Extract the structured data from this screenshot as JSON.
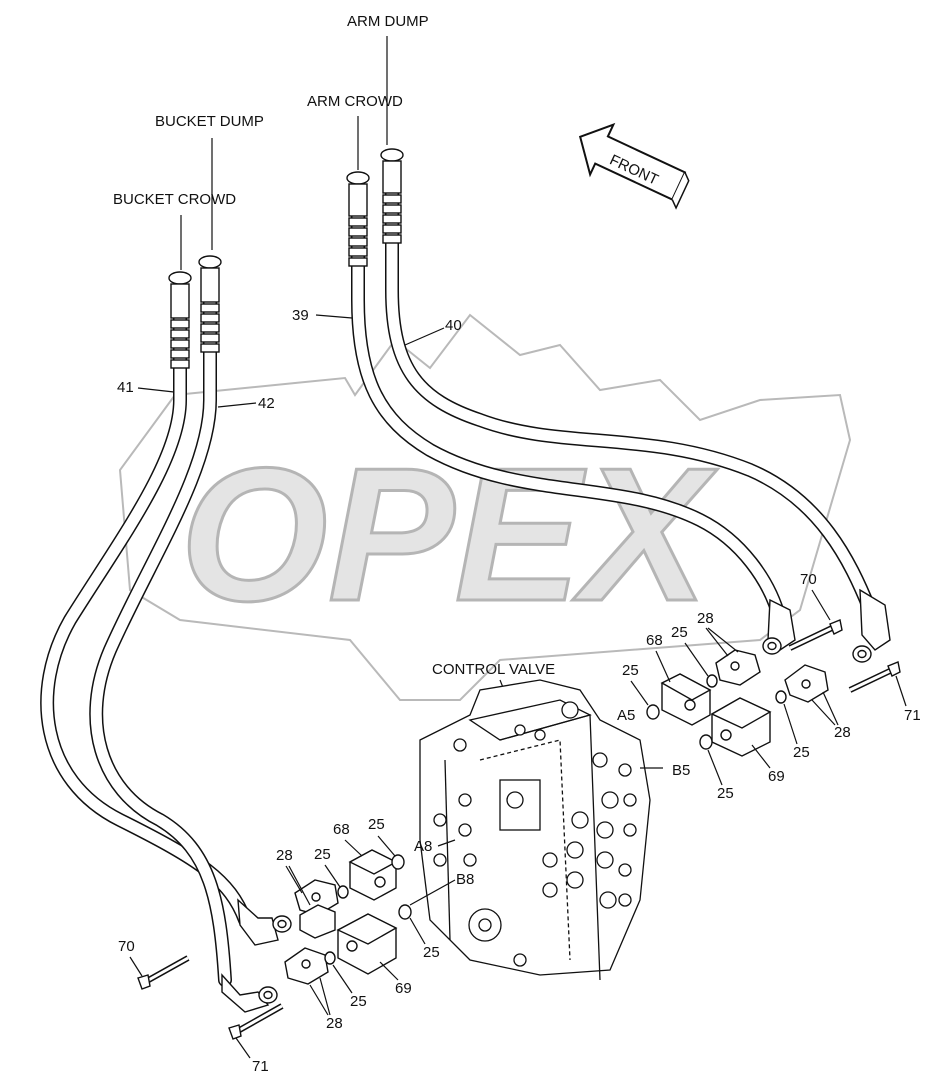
{
  "watermark": {
    "text": "OPEX"
  },
  "direction_arrow": {
    "label": "FRONT"
  },
  "hose_labels": {
    "arm_dump": "ARM DUMP",
    "arm_crowd": "ARM CROWD",
    "bucket_dump": "BUCKET DUMP",
    "bucket_crowd": "BUCKET CROWD"
  },
  "component_label": "CONTROL VALVE",
  "port_labels": {
    "a5": "A5",
    "b5": "B5",
    "a8": "A8",
    "b8": "B8"
  },
  "callouts": {
    "n39": "39",
    "n40": "40",
    "n41": "41",
    "n42": "42",
    "n28": "28",
    "n25": "25",
    "n68": "68",
    "n69": "69",
    "n70": "70",
    "n71": "71"
  },
  "colors": {
    "line": "#111111",
    "watermark": "#c8c8c8",
    "background": "#ffffff"
  }
}
